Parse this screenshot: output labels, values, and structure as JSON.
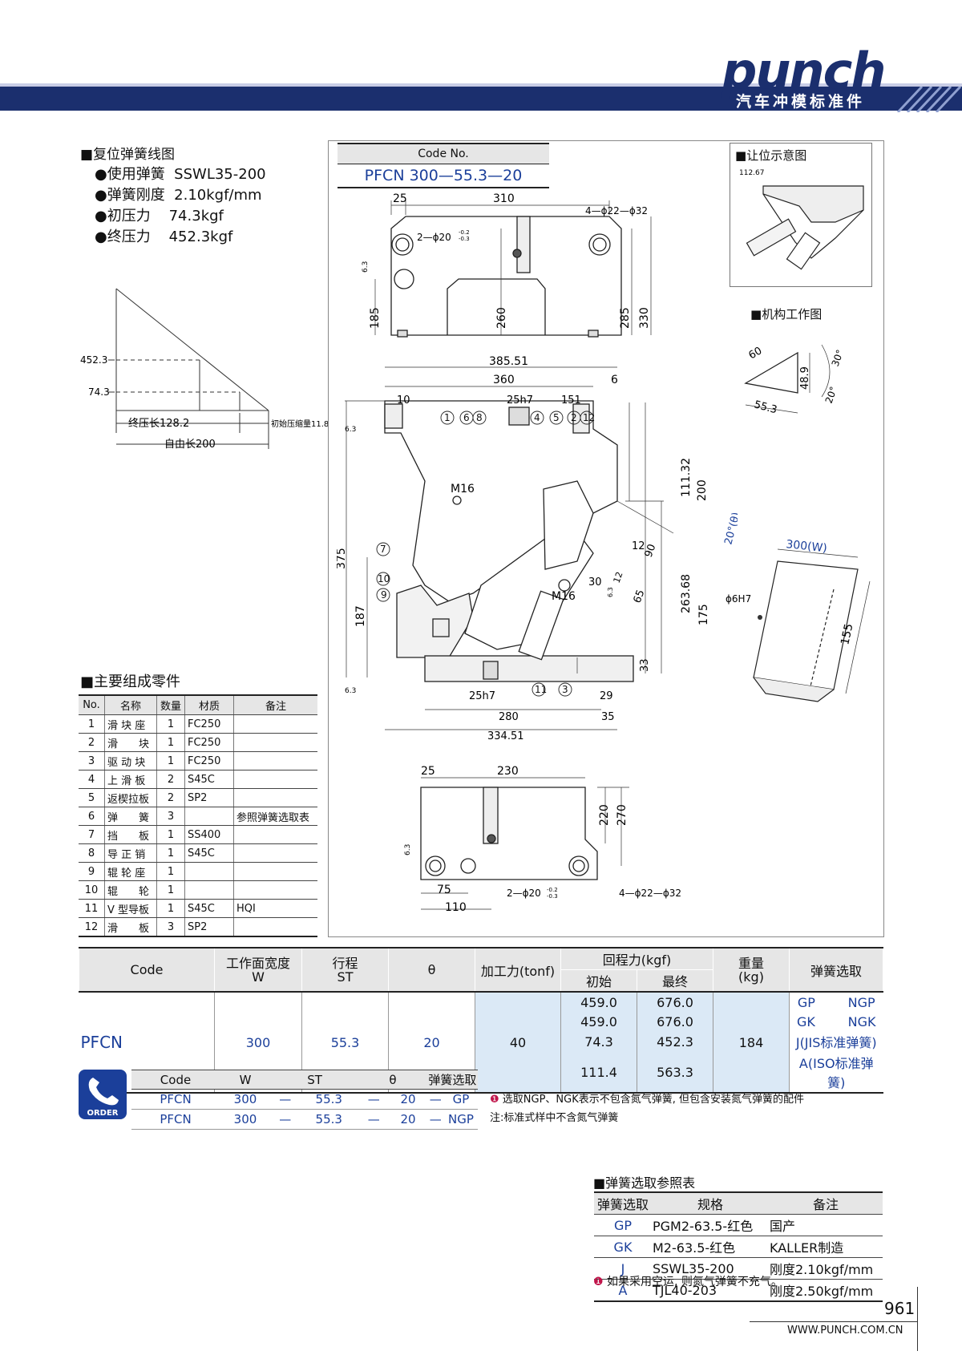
{
  "header": {
    "logo": "punch",
    "subtitle": "汽车冲模标准件"
  },
  "spring_chart": {
    "heading": "复位弹簧线图",
    "specs": [
      {
        "label": "使用弹簧",
        "value": "SSWL35-200"
      },
      {
        "label": "弹簧刚度",
        "value": "2.10kgf/mm"
      },
      {
        "label": "初压力",
        "value": "74.3kgf"
      },
      {
        "label": "终压力",
        "value": "452.3kgf"
      }
    ],
    "y_top": "452.3",
    "y_low": "74.3",
    "final_len": "终压长128.2",
    "init_comp": "初始压缩量11.8",
    "free_len": "自由长200"
  },
  "code_box": {
    "header": "Code No.",
    "value": "PFCN 300—55.3—20"
  },
  "drawings": {
    "top_view": {
      "d1": "25",
      "d2": "310",
      "hole_big": "4—ϕ22—ϕ32",
      "hole_small": "2—ϕ20",
      "tol_hi": "-0.2",
      "tol_lo": "-0.3",
      "rough": "6.3",
      "h1": "185",
      "h2": "260",
      "h3": "285",
      "h4": "330"
    },
    "front_view": {
      "w1": "385.51",
      "w2": "360",
      "w3": "6",
      "w4": "10",
      "w5": "25h7",
      "w6": "151",
      "thread1": "M16",
      "thread2": "M16",
      "h_total": "375",
      "h_low": "187",
      "r1": "111.32",
      "r2": "200",
      "angle": "20°(θ)",
      "r3": "263.68",
      "r4": "175",
      "r5": "33",
      "a1": "12",
      "a2": "90",
      "a3": "30",
      "a4": "12",
      "a5": "65",
      "a6": "6.3",
      "b1": "25h7",
      "b2": "29",
      "b3": "280",
      "b4": "35",
      "b5": "334.51",
      "rough": "6.3",
      "balloons": [
        "1",
        "6",
        "8",
        "4",
        "5",
        "2",
        "12",
        "7",
        "10",
        "9",
        "11",
        "3"
      ]
    },
    "bottom_view": {
      "d1": "25",
      "d2": "230",
      "h1": "220",
      "h2": "270",
      "d3": "75",
      "d4": "110",
      "hole_small": "2—ϕ20",
      "tol_hi": "-0.2",
      "tol_lo": "-0.3",
      "hole_big": "4—ϕ22—ϕ32",
      "rough": "6.3"
    },
    "clearance": {
      "heading": "让位示意图",
      "dim": "112.67"
    },
    "mechanism": {
      "heading": "机构工作图",
      "d60": "60",
      "d489": "48.9",
      "d553": "55.3",
      "a30": "30°",
      "a20": "20°"
    },
    "work_face": {
      "w": "300(W)",
      "pin": "ϕ6H7",
      "h": "155"
    }
  },
  "parts": {
    "heading": "主要组成零件",
    "columns": [
      "No.",
      "名称",
      "数量",
      "材质",
      "备注"
    ],
    "rows": [
      [
        "1",
        "滑 块 座",
        "1",
        "FC250",
        ""
      ],
      [
        "2",
        "滑　　块",
        "1",
        "FC250",
        ""
      ],
      [
        "3",
        "驱 动 块",
        "1",
        "FC250",
        ""
      ],
      [
        "4",
        "上 滑 板",
        "2",
        "S45C",
        ""
      ],
      [
        "5",
        "返楔拉板",
        "2",
        "SP2",
        ""
      ],
      [
        "6",
        "弹　　簧",
        "3",
        "",
        "参照弹簧选取表"
      ],
      [
        "7",
        "挡　　板",
        "1",
        "SS400",
        ""
      ],
      [
        "8",
        "导 正 销",
        "1",
        "S45C",
        ""
      ],
      [
        "9",
        "辊 轮 座",
        "1",
        "",
        ""
      ],
      [
        "10",
        "辊　　轮",
        "1",
        "",
        ""
      ],
      [
        "11",
        "V 型导板",
        "1",
        "S45C",
        "HQI"
      ],
      [
        "12",
        "滑　　板",
        "3",
        "SP2",
        ""
      ]
    ]
  },
  "spec_table": {
    "h_code": "Code",
    "h_w": "工作面宽度",
    "h_w2": "W",
    "h_st": "行程",
    "h_st2": "ST",
    "h_theta": "θ",
    "h_force": "加工力(tonf)",
    "h_ret": "回程力(kgf)",
    "h_init": "初始",
    "h_final": "最终",
    "h_weight": "重量",
    "h_weight2": "(kg)",
    "h_spring": "弹簧选取",
    "code": "PFCN",
    "w": "300",
    "st": "55.3",
    "theta": "20",
    "force": "40",
    "weight": "184",
    "ret": [
      [
        "459.0",
        "676.0"
      ],
      [
        "459.0",
        "676.0"
      ],
      [
        "74.3",
        "452.3"
      ],
      [
        "111.4",
        "563.3"
      ]
    ],
    "springs": [
      [
        "GP",
        "NGP"
      ],
      [
        "GK",
        "NGK"
      ],
      [
        "J(JIS标准弹簧)",
        ""
      ],
      [
        "A(ISO标准弹簧)",
        ""
      ]
    ]
  },
  "order": {
    "icon_label": "ORDER",
    "columns": [
      "Code",
      "W",
      "ST",
      "θ",
      "弹簧选取"
    ],
    "rows": [
      [
        "PFCN",
        "300",
        "—",
        "55.3",
        "—",
        "20",
        "—",
        "GP"
      ],
      [
        "PFCN",
        "300",
        "—",
        "55.3",
        "—",
        "20",
        "—",
        "NGP"
      ]
    ],
    "note1": "选取NGP、NGK表示不包含氮气弹簧, 但包含安装氮气弹簧的配件",
    "note2": "注:标准式样中不含氮气弹簧"
  },
  "spring_ref": {
    "heading": "弹簧选取参照表",
    "columns": [
      "弹簧选取",
      "规格",
      "备注"
    ],
    "rows": [
      [
        "GP",
        "PGM2-63.5-红色",
        "国产"
      ],
      [
        "GK",
        "M2-63.5-红色",
        "KALLER制造"
      ],
      [
        "J",
        "SSWL35-200",
        "刚度2.10kgf/mm"
      ],
      [
        "A",
        "TJL40-203",
        "刚度2.50kgf/mm"
      ]
    ],
    "note": "如果采用空运, 则氮气弹簧不充气。"
  },
  "footer": {
    "page": "961",
    "url": "WWW.PUNCH.COM.CN"
  },
  "colors": {
    "brand": "#1b2f6e",
    "blue_text": "#1b3f9a",
    "highlight": "#dbe9f6",
    "warn": "#c0144a"
  }
}
